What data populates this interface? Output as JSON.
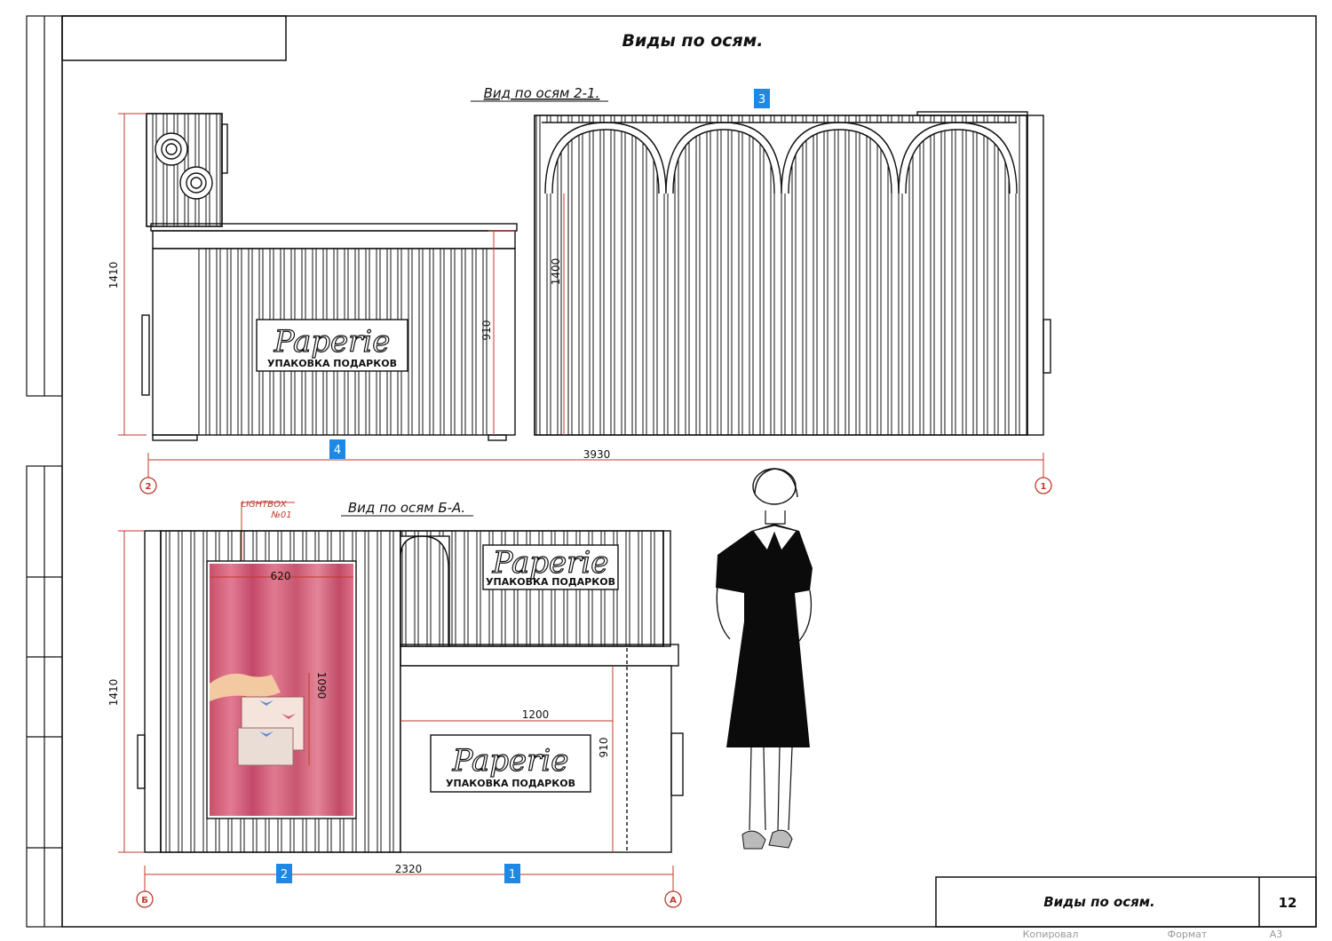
{
  "sheet": {
    "title": "Виды по осям.",
    "stamp_title": "Виды по осям.",
    "sheet_number": "12",
    "footer_copied": "Копировал",
    "footer_format_label": "Формат",
    "footer_format_value": "А3"
  },
  "view_top": {
    "label": "Вид по осям 2-1.",
    "dim_height_left": "1410",
    "dim_counter_height": "910",
    "dim_wall_height": "1400",
    "dim_total_width": "3930",
    "tag_wall": "3",
    "tag_counter": "4",
    "axis_left": "2",
    "axis_right": "1",
    "logo_script": "Paperie",
    "logo_sub": "УПАКОВКА ПОДАРКОВ"
  },
  "view_bottom": {
    "label": "Вид по осям Б-А.",
    "lightbox_label": "LIGHTBOX",
    "lightbox_number": "№01",
    "dim_lightbox_width": "620",
    "dim_lightbox_height": "1090",
    "dim_height_left": "1410",
    "dim_counter_width": "1200",
    "dim_counter_height": "910",
    "dim_total_width": "2320",
    "tag_left": "2",
    "tag_right": "1",
    "axis_left": "Б",
    "axis_right": "А",
    "logo_top_script": "Paperie",
    "logo_top_sub": "УПАКОВКА ПОДАРКОВ",
    "logo_counter_script": "Paperie",
    "logo_counter_sub": "УПАКОВКА ПОДАРКОВ"
  },
  "colors": {
    "dimension": "#c0392b",
    "tag": "#1e88e5",
    "pink": "#d4607a",
    "ink": "#111111"
  }
}
